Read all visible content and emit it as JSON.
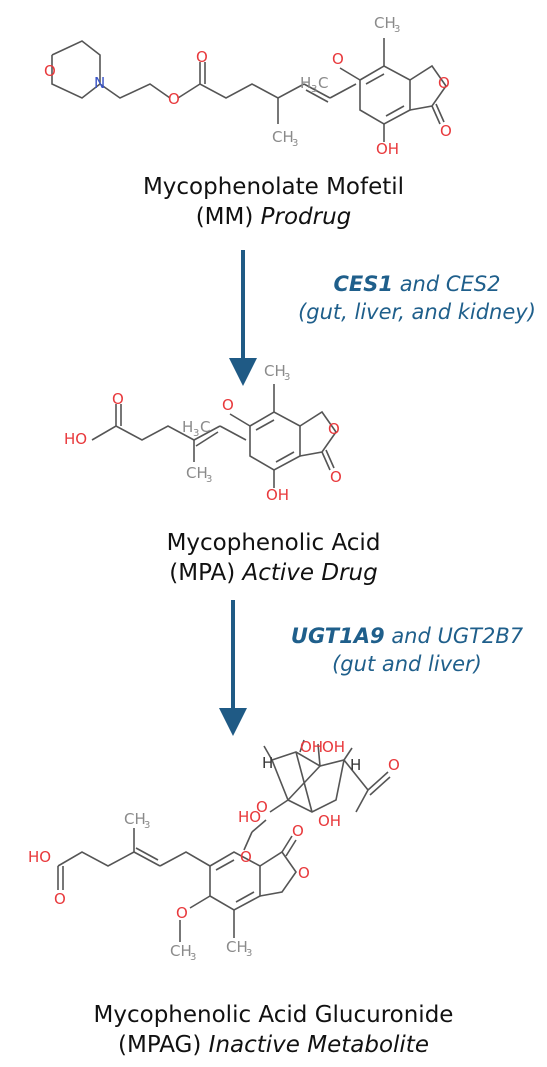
{
  "colors": {
    "arrow": "#1f5a85",
    "enzyme_text": "#1f5f8b",
    "bond": "#555555",
    "heteroatom": "#e8383b",
    "methyl": "#8a8a8a"
  },
  "atoms": {
    "o": "O",
    "n": "N",
    "ho": "HO",
    "oh": "OH",
    "ch3": "CH",
    "h3c": "H",
    "c": "C",
    "sub3": "3",
    "h": "H"
  },
  "compounds": {
    "mm": {
      "name": "Mycophenolate Mofetil",
      "abbr": "(MM)",
      "role": "Prodrug"
    },
    "mpa": {
      "name": "Mycophenolic Acid",
      "abbr": "(MPA)",
      "role": "Active Drug"
    },
    "mpag": {
      "name": "Mycophenolic Acid Glucuronide",
      "abbr": "(MPAG)",
      "role": "Inactive Metabolite"
    }
  },
  "steps": [
    {
      "main": "CES1",
      "conj": "and CES2",
      "site": "(gut, liver, and kidney)"
    },
    {
      "main": "UGT1A9",
      "conj": "and UGT2B7",
      "site": "(gut and liver)"
    }
  ]
}
